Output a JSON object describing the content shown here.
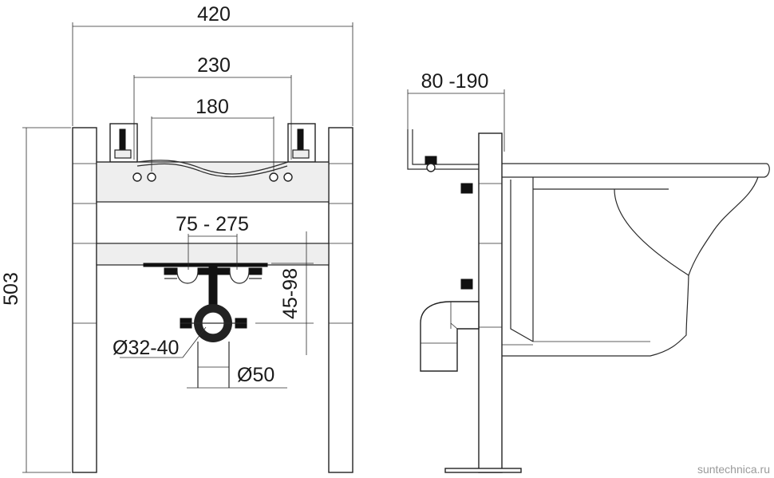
{
  "dimensions": {
    "overall_width": "420",
    "inner_width": "230",
    "mount_spacing": "180",
    "drain_adjust": "75 - 275",
    "depth_range": "80 -190",
    "height": "503",
    "drain_height": "45-98",
    "small_pipe": "Ø32-40",
    "large_pipe": "Ø50"
  },
  "watermark": "suntechnica.ru"
}
